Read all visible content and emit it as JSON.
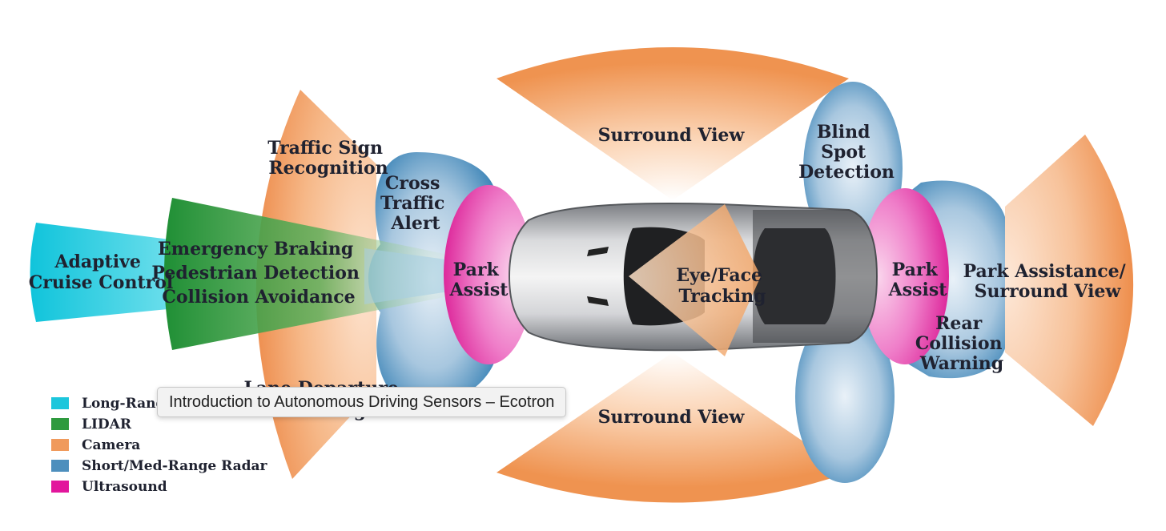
{
  "zones": {
    "adaptive_cruise": [
      "Adaptive",
      "Cruise Control"
    ],
    "emergency": [
      "Emergency Braking",
      "Pedestrian Detection",
      "Collision Avoidance"
    ],
    "traffic_sign": [
      "Traffic Sign",
      "Recognition"
    ],
    "lane_departure": [
      "Lane Departure",
      "Warning"
    ],
    "cross_traffic": [
      "Cross",
      "Traffic",
      "Alert"
    ],
    "surround_top": "Surround View",
    "surround_bottom": "Surround View",
    "park_front": [
      "Park",
      "Assist"
    ],
    "park_rear": [
      "Park",
      "Assist"
    ],
    "eye_face": [
      "Eye/Face",
      "Tracking"
    ],
    "blind_spot": [
      "Blind",
      "Spot",
      "Detection"
    ],
    "rear_collision": [
      "Rear",
      "Collision",
      "Warning"
    ],
    "park_assistance": [
      "Park Assistance/",
      "Surround View"
    ]
  },
  "legend": [
    {
      "label": "Long-Range Radar",
      "color": "#1cc6dc"
    },
    {
      "label": "LIDAR",
      "color": "#2e9a3e"
    },
    {
      "label": "Camera",
      "color": "#f09a5c"
    },
    {
      "label": "Short/Med-Range Radar",
      "color": "#4d8fbd"
    },
    {
      "label": "Ultrasound",
      "color": "#e2169c"
    }
  ],
  "tooltip": {
    "text": "Introduction to Autonomous Driving Sensors – Ecotron"
  }
}
